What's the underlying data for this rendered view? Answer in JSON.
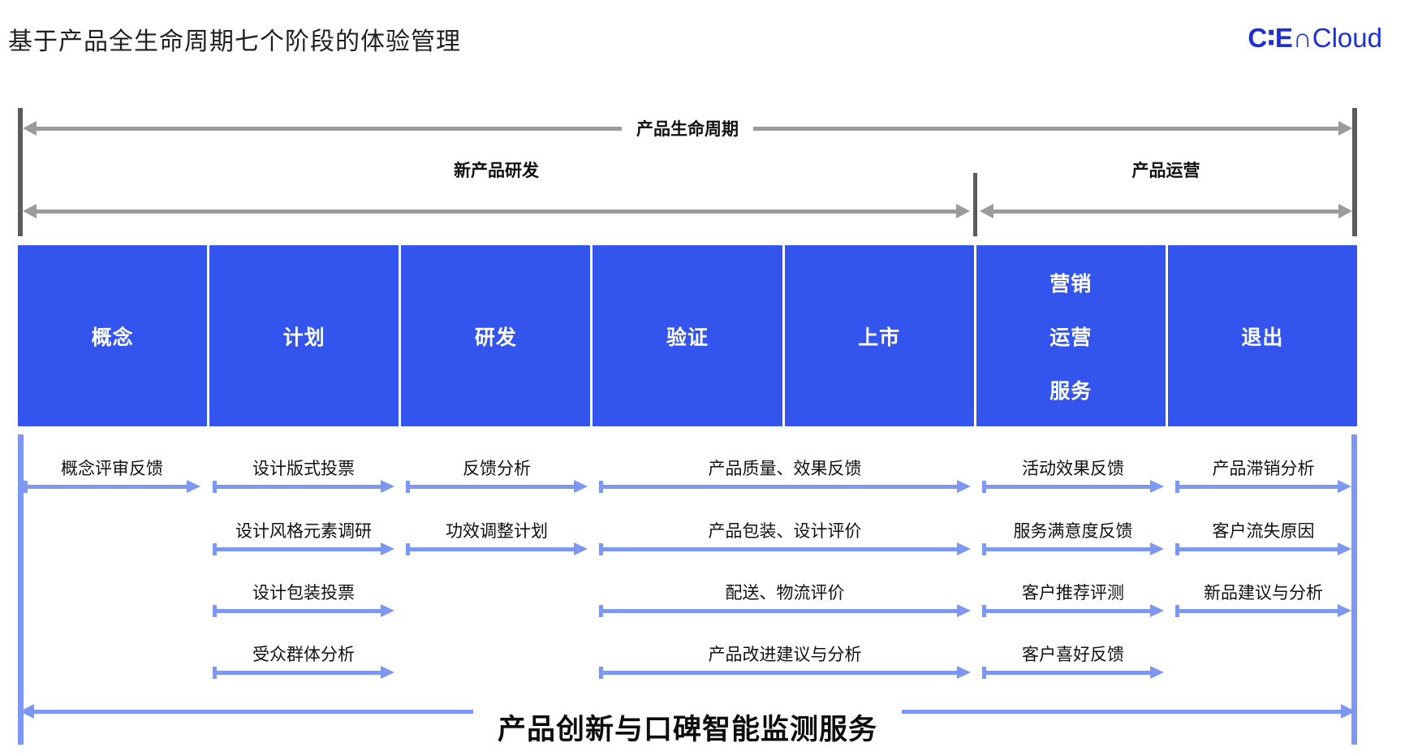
{
  "title": "基于产品全生命周期七个阶段的体验管理",
  "logo": {
    "mark": "C∶E∩",
    "suffix": "Cloud"
  },
  "lifecycle": {
    "overall_label": "产品生命周期",
    "npd_label": "新产品研发",
    "ops_label": "产品运营"
  },
  "stages": [
    {
      "lines": [
        "概念"
      ]
    },
    {
      "lines": [
        "计划"
      ]
    },
    {
      "lines": [
        "研发"
      ]
    },
    {
      "lines": [
        "验证"
      ]
    },
    {
      "lines": [
        "上市"
      ]
    },
    {
      "lines": [
        "营销",
        "运营",
        "服务"
      ]
    },
    {
      "lines": [
        "退出"
      ]
    }
  ],
  "feedback_rows": [
    [
      {
        "col": "c1",
        "label": "概念评审反馈"
      },
      {
        "col": "c2",
        "label": "设计版式投票"
      },
      {
        "col": "c3",
        "label": "反馈分析"
      },
      {
        "col": "c45",
        "label": "产品质量、效果反馈"
      },
      {
        "col": "c6",
        "label": "活动效果反馈"
      },
      {
        "col": "c7",
        "label": "产品滞销分析"
      }
    ],
    [
      {
        "col": "c2",
        "label": "设计风格元素调研"
      },
      {
        "col": "c3",
        "label": "功效调整计划"
      },
      {
        "col": "c45",
        "label": "产品包装、设计评价"
      },
      {
        "col": "c6",
        "label": "服务满意度反馈"
      },
      {
        "col": "c7",
        "label": "客户流失原因"
      }
    ],
    [
      {
        "col": "c2",
        "label": "设计包装投票"
      },
      {
        "col": "c45",
        "label": "配送、物流评价"
      },
      {
        "col": "c6",
        "label": "客户推荐评测"
      },
      {
        "col": "c7",
        "label": "新品建议与分析"
      }
    ],
    [
      {
        "col": "c2",
        "label": "受众群体分析"
      },
      {
        "col": "c45",
        "label": "产品改进建议与分析"
      },
      {
        "col": "c6",
        "label": "客户喜好反馈"
      }
    ]
  ],
  "bottom_banner": "产品创新与口碑智能监测服务",
  "colors": {
    "stage_blue": "#3355EE",
    "arrow_blue": "#7D97F3",
    "gray_arrow": "#9B9B9B",
    "dark_bar": "#5C5C5C",
    "logo_blue": "#1D2FD6"
  }
}
